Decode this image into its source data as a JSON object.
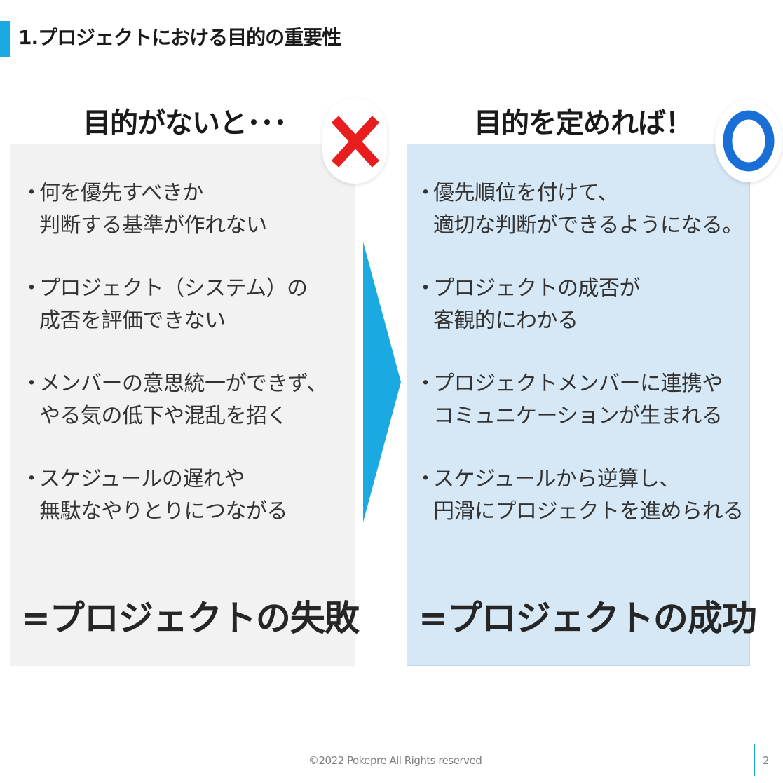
{
  "slide": {
    "title": "1.プロジェクトにおける目的の重要性"
  },
  "left": {
    "heading": "目的がないと･･･",
    "mark_icon": "cross-icon",
    "mark_color": "#e81e1e",
    "items": [
      {
        "lines": [
          "何を優先すべきか",
          "判断する基準が作れない"
        ]
      },
      {
        "lines": [
          "プロジェクト（システム）の",
          "成否を評価できない"
        ]
      },
      {
        "lines": [
          "メンバーの意思統一ができず、",
          "やる気の低下や混乱を招く"
        ]
      },
      {
        "lines": [
          "スケジュールの遅れや",
          "無駄なやりとりにつながる"
        ]
      }
    ],
    "conclusion": "=プロジェクトの失敗"
  },
  "right": {
    "heading": "目的を定めれば！",
    "mark_icon": "circle-icon",
    "mark_color": "#1a6fd6",
    "items": [
      {
        "lines": [
          "優先順位を付けて、",
          "適切な判断ができるようになる。"
        ]
      },
      {
        "lines": [
          "プロジェクトの成否が",
          "客観的にわかる"
        ]
      },
      {
        "lines": [
          "プロジェクトメンバーに連携や",
          "コミュニケーションが生まれる"
        ]
      },
      {
        "lines": [
          "スケジュールから逆算し、",
          "円滑にプロジェクトを進められる"
        ]
      }
    ],
    "conclusion": "=プロジェクトの成功"
  },
  "arrow_icon": "chevron-right-icon",
  "colors": {
    "accent": "#1ba9e1",
    "left_panel": "#f2f2f2",
    "right_panel": "#d6e8f5"
  },
  "footer": {
    "copyright": "©2022 Pokepre All Rights reserved",
    "page_number": "2"
  }
}
